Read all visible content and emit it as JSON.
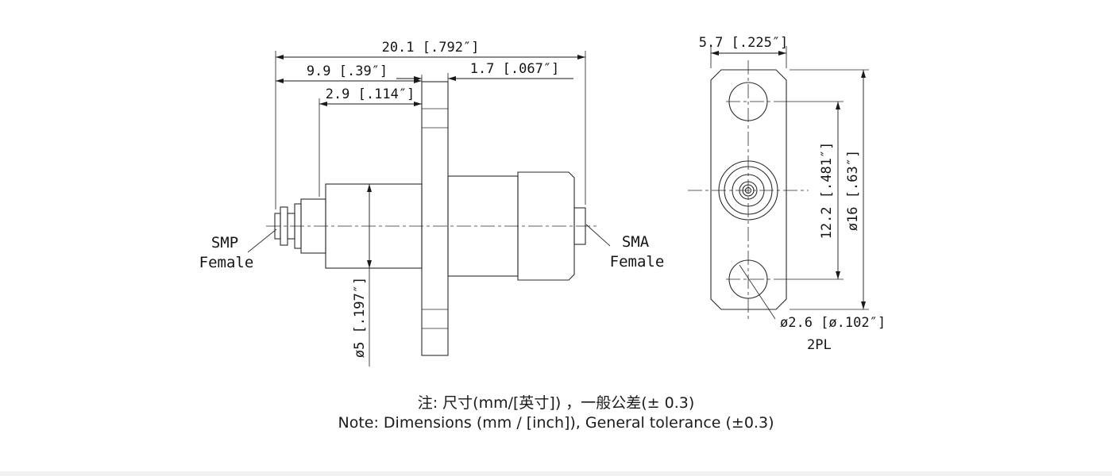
{
  "side": {
    "dims": {
      "overall": "20.1 [.792″]",
      "left_length": "9.9 [.39″]",
      "flange_thickness": "1.7 [.067″]",
      "step_length": "2.9 [.114″]",
      "body_diameter": "ø5 [.197″]"
    },
    "left_label": {
      "line1": "SMP",
      "line2": "Female"
    },
    "right_label": {
      "line1": "SMA",
      "line2": "Female"
    }
  },
  "front": {
    "dims": {
      "flange_width": "5.7 [.225″]",
      "hole_spacing": "12.2 [.481″]",
      "flange_length": "ø16 [.63″]",
      "mounting_hole": "ø2.6 [ø.102″]",
      "hole_count": "2PL"
    }
  },
  "notes": {
    "chinese": "注: 尺寸(mm/[英寸]) ，一般公差(± 0.3)",
    "english": "Note: Dimensions (mm / [inch]), General tolerance (±0.3)"
  },
  "colors": {
    "line": "#2b2b2b",
    "text": "#151515",
    "background": "#ffffff"
  }
}
